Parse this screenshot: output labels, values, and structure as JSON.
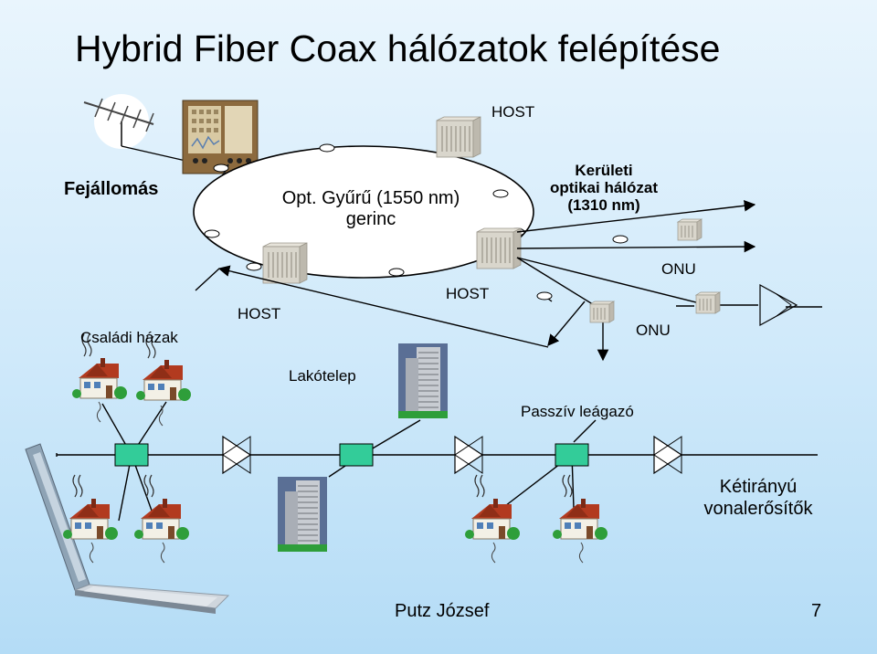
{
  "slide": {
    "title": "Hybrid Fiber Coax hálózatok felépítése",
    "labels": {
      "host_top": "HOST",
      "host_left": "HOST",
      "host_mid": "HOST",
      "headend": "Fejállomás",
      "ring_line1": "Opt. Gyűrű (1550 nm)",
      "ring_line2": "gerinc",
      "district_line1": "Kerületi",
      "district_line2": "optikai hálózat",
      "district_line3": "(1310 nm)",
      "onu_top": "ONU",
      "onu_mid": "ONU",
      "family_houses": "Családi  házak",
      "housing_estate": "Lakótelep",
      "passive_splitter": "Passzív leágazó",
      "amplifiers_line1": "Kétirányú",
      "amplifiers_line2": "vonalerősítők"
    },
    "footer": {
      "author": "Putz József",
      "page": "7"
    }
  },
  "colors": {
    "background_top": "#e9f5fd",
    "background_bottom": "#b4dcf6",
    "splitter_fill": "#33cc99",
    "house_roof": "#b23a1f",
    "house_wall": "#f3f0e6",
    "tree": "#2e9e3a",
    "building": "#c8ccd2",
    "equipment": "#d9d6cc"
  }
}
